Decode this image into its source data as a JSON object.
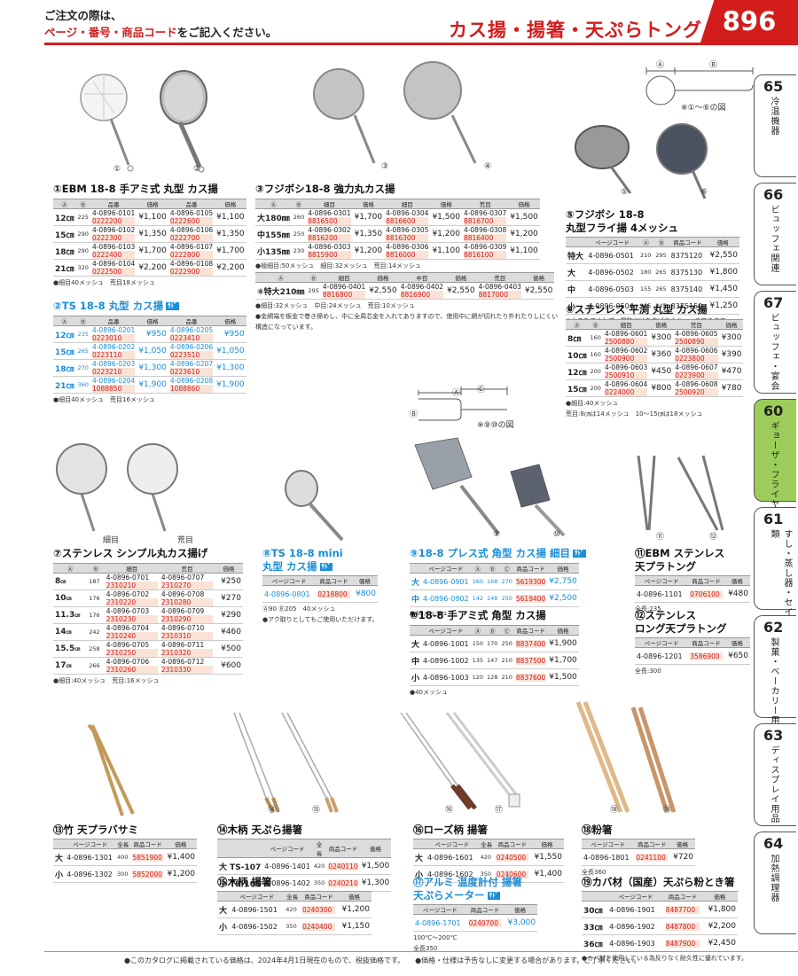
{
  "header": {
    "notice1": "ご注文の際は、",
    "notice2a": "ページ・番号・商品コード",
    "notice2b": "をご記入ください。",
    "category": "カス揚・揚箸・天ぷらトング",
    "page": "896"
  },
  "tabs": [
    {
      "num": "65",
      "label": "冷温機器"
    },
    {
      "num": "66",
      "label": "ビュッフェ関連"
    },
    {
      "num": "67",
      "label": "ビュッフェ・宴会"
    },
    {
      "num": "60",
      "label": "ギョーザ・フライヤー"
    },
    {
      "num": "61",
      "label": "すし・蒸し器・セイロ類"
    },
    {
      "num": "62",
      "label": "製菓・ベーカリー用品"
    },
    {
      "num": "63",
      "label": "ディスプレイ用品"
    },
    {
      "num": "64",
      "label": "加熱調理器"
    }
  ],
  "labels": {
    "n1": "①",
    "n2": "②",
    "n3": "③",
    "n4": "④",
    "n5": "⑤",
    "n6": "⑥",
    "n9": "⑨",
    "n10": "⑩",
    "n11": "⑪",
    "n12": "⑫",
    "n14": "⑭",
    "n15": "⑮",
    "n16": "⑯",
    "n17": "⑰",
    "n18": "⑱",
    "n19": "⑲",
    "fine": "細目",
    "coarse": "荒目",
    "A": "Ⓐ",
    "B": "Ⓑ",
    "C": "Ⓒ",
    "fig1": "※①〜⑥の図",
    "fig2": "※⑨⑩の図"
  },
  "th": {
    "a": "Ⓐ",
    "b": "Ⓑ",
    "c": "Ⓒ",
    "code": "品番",
    "price": "価格",
    "fine": "細目",
    "mid": "中目",
    "coarse": "荒目",
    "page": "ページコード",
    "pcode": "商品コード",
    "total": "全長"
  },
  "s1": {
    "title": "①EBM 18-8 手アミ式 丸型 カス揚",
    "rows": [
      {
        "sz": "12㎝",
        "a": "225",
        "c1": "4-0896-0101",
        "s1": "0222200",
        "p1": "¥1,100",
        "c2": "4-0896-0105",
        "s2": "0222600",
        "p2": "¥1,100"
      },
      {
        "sz": "15㎝",
        "a": "290",
        "c1": "4-0896-0102",
        "s1": "0222300",
        "p1": "¥1,350",
        "c2": "4-0896-0106",
        "s2": "0222700",
        "p2": "¥1,350"
      },
      {
        "sz": "18㎝",
        "a": "290",
        "c1": "4-0896-0103",
        "s1": "0222400",
        "p1": "¥1,700",
        "c2": "4-0896-0107",
        "s2": "0222800",
        "p2": "¥1,700"
      },
      {
        "sz": "21㎝",
        "a": "320",
        "c1": "4-0896-0104",
        "s1": "0222500",
        "p1": "¥2,200",
        "c2": "4-0896-0108",
        "s2": "0222900",
        "p2": "¥2,200"
      }
    ],
    "note": "●細目40メッシュ　荒目18メッシュ"
  },
  "s2": {
    "title": "②TS 18-8 丸型 カス揚",
    "tag": "ｻﾄﾞ",
    "rows": [
      {
        "sz": "12㎝",
        "a": "235",
        "c1": "4-0896-0201",
        "s1": "0223010",
        "p1": "¥950",
        "c2": "4-0896-0205",
        "s2": "0223410",
        "p2": "¥950"
      },
      {
        "sz": "15㎝",
        "a": "265",
        "c1": "4-0896-0202",
        "s1": "0223110",
        "p1": "¥1,050",
        "c2": "4-0896-0206",
        "s2": "0223510",
        "p2": "¥1,050"
      },
      {
        "sz": "18㎝",
        "a": "270",
        "c1": "4-0896-0203",
        "s1": "0223210",
        "p1": "¥1,300",
        "c2": "4-0896-0207",
        "s2": "0223610",
        "p2": "¥1,300"
      },
      {
        "sz": "21㎝",
        "a": "360",
        "c1": "4-0896-0204",
        "s1": "1088850",
        "p1": "¥1,900",
        "c2": "4-0896-0208",
        "s2": "1088860",
        "p2": "¥1,900"
      }
    ],
    "note": "●細目40メッシュ　荒目16メッシュ"
  },
  "s3": {
    "title": "③フジボシ18-8 強力丸カス揚",
    "rows": [
      {
        "sz": "大180㎜",
        "a": "260",
        "c1": "4-0896-0301",
        "s1": "8816500",
        "p1": "¥1,700",
        "c2": "4-0896-0304",
        "s2": "8816600",
        "p2": "¥1,500",
        "c3": "4-0896-0307",
        "s3": "8816700",
        "p3": "¥1,500"
      },
      {
        "sz": "中155㎜",
        "a": "250",
        "c1": "4-0896-0302",
        "s1": "8816200",
        "p1": "¥1,350",
        "c2": "4-0896-0305",
        "s2": "8816300",
        "p2": "¥1,200",
        "c3": "4-0896-0308",
        "s3": "8816400",
        "p3": "¥1,200"
      },
      {
        "sz": "小135㎜",
        "a": "230",
        "c1": "4-0896-0303",
        "s1": "8815900",
        "p1": "¥1,200",
        "c2": "4-0896-0306",
        "s2": "8816000",
        "p2": "¥1,100",
        "c3": "4-0896-0309",
        "s3": "8816100",
        "p3": "¥1,100"
      }
    ],
    "note": "●極細目:50メッシュ　細目:32メッシュ　荒目:14メッシュ"
  },
  "s4": {
    "row": {
      "sz": "④特大210㎜",
      "a": "295",
      "c1": "4-0896-0401",
      "s1": "8816800",
      "p1": "¥2,550",
      "c2": "4-0896-0402",
      "s2": "8816900",
      "p2": "¥2,550",
      "c3": "4-0896-0403",
      "s3": "8817000",
      "p3": "¥2,550"
    },
    "note1": "●細目:32メッシュ　中目:24メッシュ　荒目:10メッシュ",
    "note2": "●金網端を板金で巻き締めし、中に全周芯金を入れてありますので、使用中に網が切れたり外れたりしにくい",
    "note3": "構造になっています。"
  },
  "s5": {
    "title1": "⑤フジボシ 18-8",
    "title2": "丸型フライ揚 4メッシュ",
    "rows": [
      {
        "sz": "特大",
        "code": "4-0896-0501",
        "a": "210",
        "b": "295",
        "p": "8375120",
        "price": "¥2,550"
      },
      {
        "sz": "大",
        "code": "4-0896-0502",
        "a": "180",
        "b": "265",
        "p": "8375130",
        "price": "¥1,800"
      },
      {
        "sz": "中",
        "code": "4-0896-0503",
        "a": "155",
        "b": "265",
        "p": "8375140",
        "price": "¥1,450"
      },
      {
        "sz": "小",
        "code": "4-0896-0504",
        "a": "135",
        "b": "245",
        "p": "8375150",
        "price": "¥1,250"
      }
    ],
    "note": "●カスをすくわず、揚物だけをすばやくキャッチできます。"
  },
  "s6": {
    "title": "⑥ステンレス 平渕 丸型 カス揚",
    "rows": [
      {
        "sz": "8㎝",
        "a": "160",
        "c1": "4-0896-0601",
        "s1": "2500880",
        "p1": "¥300",
        "c2": "4-0896-0605",
        "s2": "2500890",
        "p2": "¥300"
      },
      {
        "sz": "10㎝",
        "a": "160",
        "c1": "4-0896-0602",
        "s1": "2500900",
        "p1": "¥360",
        "c2": "4-0896-0606",
        "s2": "0223800",
        "p2": "¥390"
      },
      {
        "sz": "12㎝",
        "a": "200",
        "c1": "4-0896-0603",
        "s1": "2500910",
        "p1": "¥450",
        "c2": "4-0896-0607",
        "s2": "0223900",
        "p2": "¥470"
      },
      {
        "sz": "15㎝",
        "a": "200",
        "c1": "4-0896-0604",
        "s1": "0224000",
        "p1": "¥800",
        "c2": "4-0896-0608",
        "s2": "2500920",
        "p2": "¥780"
      }
    ],
    "note1": "●細目:40メッシュ",
    "note2": "荒目:8㎝は14メッシュ　10〜15㎝は18メッシュ"
  },
  "s7": {
    "title": "⑦ステンレス シンプル丸カス揚げ",
    "rows": [
      {
        "sz": "8",
        "u": "㎝",
        "a": "187",
        "c1": "4-0896-0701",
        "s1": "2310210",
        "c2": "4-0896-0707",
        "s2": "2310270",
        "p": "¥250"
      },
      {
        "sz": "10",
        "u": "㎝",
        "a": "176",
        "c1": "4-0896-0702",
        "s1": "2310220",
        "c2": "4-0896-0708",
        "s2": "2310280",
        "p": "¥270"
      },
      {
        "sz": "11.3",
        "u": "㎝",
        "a": "176",
        "c1": "4-0896-0703",
        "s1": "2310230",
        "c2": "4-0896-0709",
        "s2": "2310290",
        "p": "¥290"
      },
      {
        "sz": "14",
        "u": "㎝",
        "a": "242",
        "c1": "4-0896-0704",
        "s1": "2310240",
        "c2": "4-0896-0710",
        "s2": "2310310",
        "p": "¥460"
      },
      {
        "sz": "15.5",
        "u": "㎝",
        "a": "258",
        "c1": "4-0896-0705",
        "s1": "2310250",
        "c2": "4-0896-0711",
        "s2": "2310320",
        "p": "¥500"
      },
      {
        "sz": "17",
        "u": "㎝",
        "a": "266",
        "c1": "4-0896-0706",
        "s1": "2310260",
        "c2": "4-0896-0712",
        "s2": "2310330",
        "p": "¥600"
      }
    ],
    "note": "●細目:40メッシュ　荒目:16メッシュ"
  },
  "s8": {
    "title1": "⑧TS 18-8 mini",
    "title2": "丸型 カス揚",
    "tag": "ｻﾄﾞ",
    "row": {
      "code": "4-0896-0801",
      "p": "0218800",
      "price": "¥800"
    },
    "note1": "Ⓐ90 Ⓑ205　40メッシュ",
    "note2": "●アク取りとしてもご使用いただけます。"
  },
  "s9": {
    "title": "⑨18-8 プレス式 角型 カス揚 細目",
    "tag": "ｻﾄﾞ",
    "rows": [
      {
        "sz": "大",
        "code": "4-0896-0901",
        "a": "160",
        "b": "168",
        "c": "270",
        "p": "5619300",
        "price": "¥2,750"
      },
      {
        "sz": "中",
        "code": "4-0896-0902",
        "a": "142",
        "b": "148",
        "c": "250",
        "p": "5619400",
        "price": "¥2,500"
      }
    ],
    "note": "●40メッシュ"
  },
  "s10": {
    "title": "⑩18-8 手アミ式 角型 カス揚",
    "rows": [
      {
        "sz": "大",
        "code": "4-0896-1001",
        "a": "150",
        "b": "170",
        "c": "250",
        "p": "8837400",
        "price": "¥1,900"
      },
      {
        "sz": "中",
        "code": "4-0896-1002",
        "a": "135",
        "b": "147",
        "c": "210",
        "p": "8837500",
        "price": "¥1,700"
      },
      {
        "sz": "小",
        "code": "4-0896-1003",
        "a": "120",
        "b": "128",
        "c": "210",
        "p": "8837600",
        "price": "¥1,500"
      }
    ],
    "note": "●40メッシュ"
  },
  "s11": {
    "title1": "⑪EBM ステンレス",
    "title2": "天プラトング",
    "row": {
      "code": "4-0896-1101",
      "p": "0706100",
      "price": "¥480"
    },
    "note": "全長:235"
  },
  "s12": {
    "title1": "⑫ステンレス",
    "title2": "ロング天プラトング",
    "row": {
      "code": "4-0896-1201",
      "p": "3586900",
      "price": "¥650"
    },
    "note": "全長:300"
  },
  "s13": {
    "title": "⑬竹 天プラバサミ",
    "rows": [
      {
        "sz": "大",
        "code": "4-0896-1301",
        "t": "400",
        "p": "5851900",
        "price": "¥1,400"
      },
      {
        "sz": "小",
        "code": "4-0896-1302",
        "t": "300",
        "p": "5852000",
        "price": "¥1,200"
      }
    ]
  },
  "s14": {
    "title": "⑭木柄 天ぷら揚箸",
    "rows": [
      {
        "sz": "大 TS-107",
        "code": "4-0896-1401",
        "t": "420",
        "p": "0240110",
        "price": "¥1,500"
      },
      {
        "sz": "小 TS-105",
        "code": "4-0896-1402",
        "t": "350",
        "p": "0240210",
        "price": "¥1,300"
      }
    ]
  },
  "s15": {
    "title": "⑮木柄 揚箸",
    "rows": [
      {
        "sz": "大",
        "code": "4-0896-1501",
        "t": "420",
        "p": "0240300",
        "price": "¥1,200"
      },
      {
        "sz": "小",
        "code": "4-0896-1502",
        "t": "350",
        "p": "0240400",
        "price": "¥1,150"
      }
    ]
  },
  "s16": {
    "title": "⑯ローズ柄 揚箸",
    "rows": [
      {
        "sz": "大",
        "code": "4-0896-1601",
        "t": "420",
        "p": "0240500",
        "price": "¥1,550"
      },
      {
        "sz": "小",
        "code": "4-0896-1602",
        "t": "350",
        "p": "0240600",
        "price": "¥1,400"
      }
    ]
  },
  "s17": {
    "title1": "⑰アルミ 温度計付 揚箸",
    "title2": "天ぷらメーター",
    "tag": "ｻﾄﾞ",
    "row": {
      "code": "4-0896-1701",
      "p": "0240700",
      "price": "¥3,000"
    },
    "note1": "100℃〜200℃",
    "note2": "全長350"
  },
  "s18": {
    "title": "⑱粉箸",
    "row": {
      "code": "4-0896-1801",
      "p": "0241100",
      "price": "¥720"
    },
    "note": "全長360"
  },
  "s19": {
    "title": "⑲カバ材（国産）天ぷら粉とき箸",
    "rows": [
      {
        "sz": "30㎝",
        "code": "4-0896-1901",
        "p": "8487700",
        "price": "¥1,800"
      },
      {
        "sz": "33㎝",
        "code": "4-0896-1902",
        "p": "8487800",
        "price": "¥2,200"
      },
      {
        "sz": "36㎝",
        "code": "4-0896-1903",
        "p": "8487900",
        "price": "¥2,450"
      }
    ],
    "note": "●カバ材を使用している為反りなく耐久性に優れています。"
  },
  "footer": {
    "left": "●このカタログに掲載されている価格は、2024年4月1日現在のもので、税抜価格です。",
    "right": "●価格・仕様は予告なしに変更する場合があります。ご了承ください。"
  }
}
